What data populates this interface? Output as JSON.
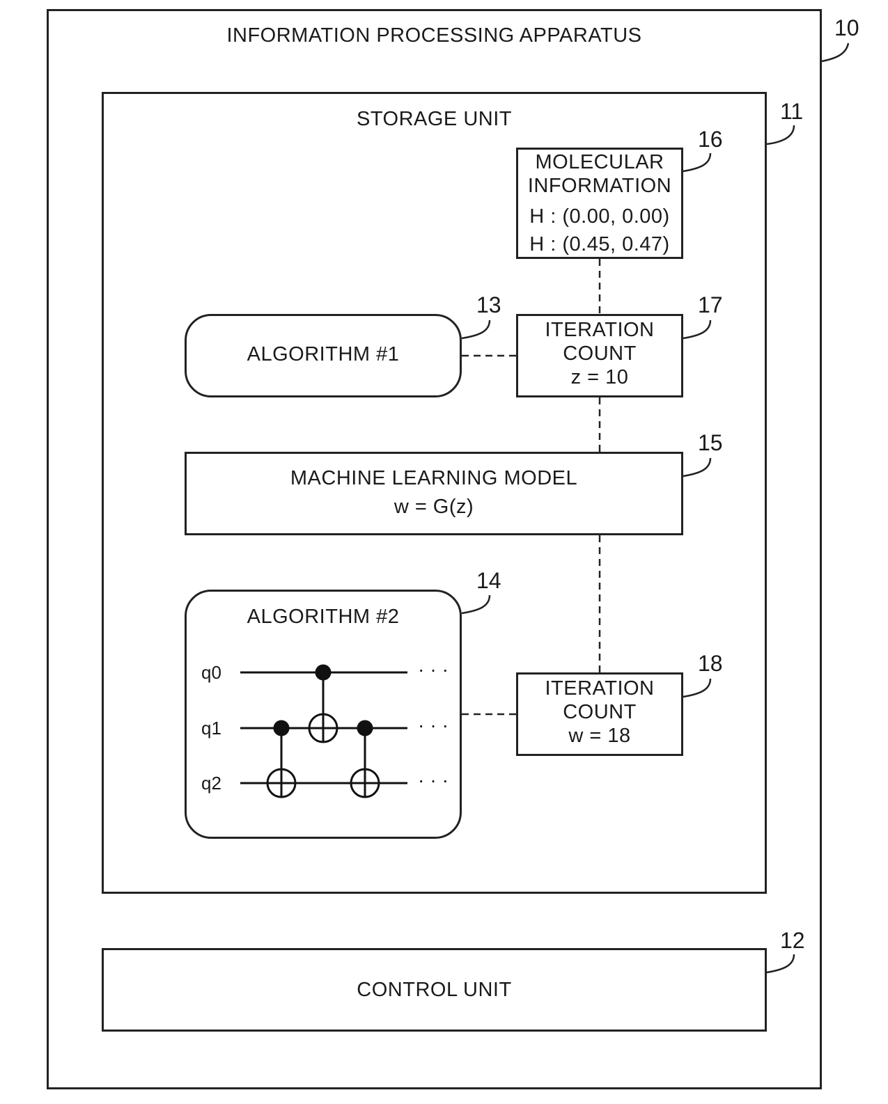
{
  "apparatus": {
    "title": "INFORMATION PROCESSING APPARATUS",
    "ref": "10"
  },
  "storage": {
    "title": "STORAGE UNIT",
    "ref": "11"
  },
  "control": {
    "title": "CONTROL UNIT",
    "ref": "12"
  },
  "algorithm1": {
    "title": "ALGORITHM #1",
    "ref": "13"
  },
  "algorithm2": {
    "title": "ALGORITHM #2",
    "ref": "14",
    "qubits": [
      "q0",
      "q1",
      "q2"
    ],
    "ellipsis": "···"
  },
  "ml_model": {
    "title": "MACHINE LEARNING MODEL",
    "formula": "w = G(z)",
    "ref": "15"
  },
  "molecular": {
    "line1": "MOLECULAR",
    "line2": "INFORMATION",
    "atoms": [
      "H : (0.00, 0.00)",
      "H : (0.45, 0.47)"
    ],
    "ref": "16"
  },
  "iter1": {
    "line1": "ITERATION",
    "line2": "COUNT",
    "value": "z = 10",
    "ref": "17"
  },
  "iter2": {
    "line1": "ITERATION",
    "line2": "COUNT",
    "value": "w = 18",
    "ref": "18"
  }
}
